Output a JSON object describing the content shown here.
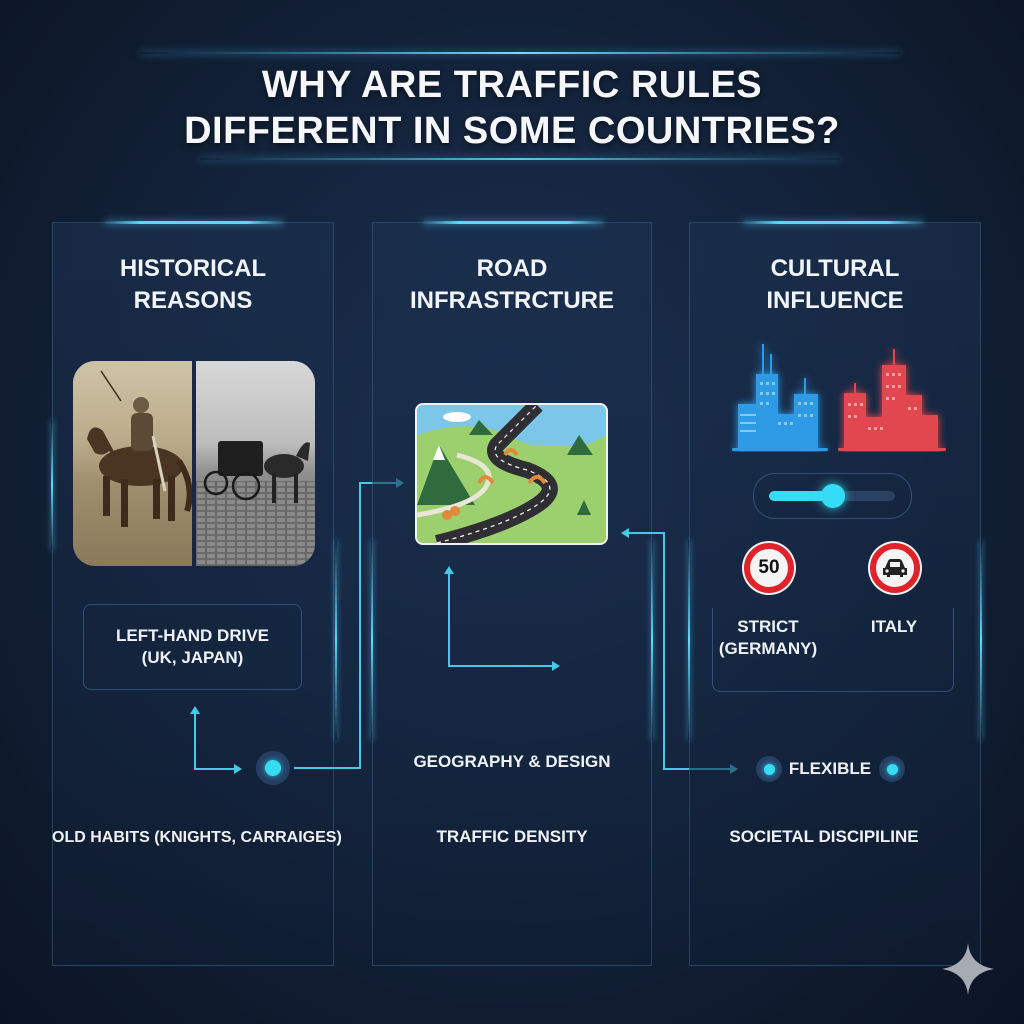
{
  "title": {
    "line1": "WHY ARE TRAFFIC RULES",
    "line2": "DIFFERENT IN SOME COUNTRIES?"
  },
  "colors": {
    "background": "#152640",
    "accent": "#46c8e6",
    "accent_dot": "#35dcf5",
    "panel_border": "#33527a",
    "city_blue": "#2f9be6",
    "city_red": "#e2474f",
    "sign_red": "#e0222a"
  },
  "panels": [
    {
      "title_line1": "HISTORICAL",
      "title_line2": "REASONS",
      "image_left": "knight-on-horse-sepia",
      "image_right": "horse-drawn-carriage-bw",
      "box_line1": "LEFT-HAND DRIVE",
      "box_line2": "(UK, JAPAN)",
      "footer": "OLD HABITS (KNIGHTS, CARRAIGES)"
    },
    {
      "title_line1": "ROAD",
      "title_line2": "INFRASTRCTURE",
      "image": "winding-road-map-illustration",
      "label1": "GEOGRAPHY & DESIGN",
      "label2": "TRAFFIC DENSITY"
    },
    {
      "title_line1": "CULTURAL",
      "title_line2": "INFLUENCE",
      "icons": [
        "city-skyline-blue",
        "city-skyline-red"
      ],
      "slider_value_pct": 52,
      "sign1_text": "50",
      "sign1_label_line1": "STRICT",
      "sign1_label_line2": "(GERMANY)",
      "sign2_icon": "car-icon",
      "sign2_label": "ITALY",
      "flexible": "FLEXIBLE",
      "footer": "SOCIETAL DISCIPILINE"
    }
  ]
}
